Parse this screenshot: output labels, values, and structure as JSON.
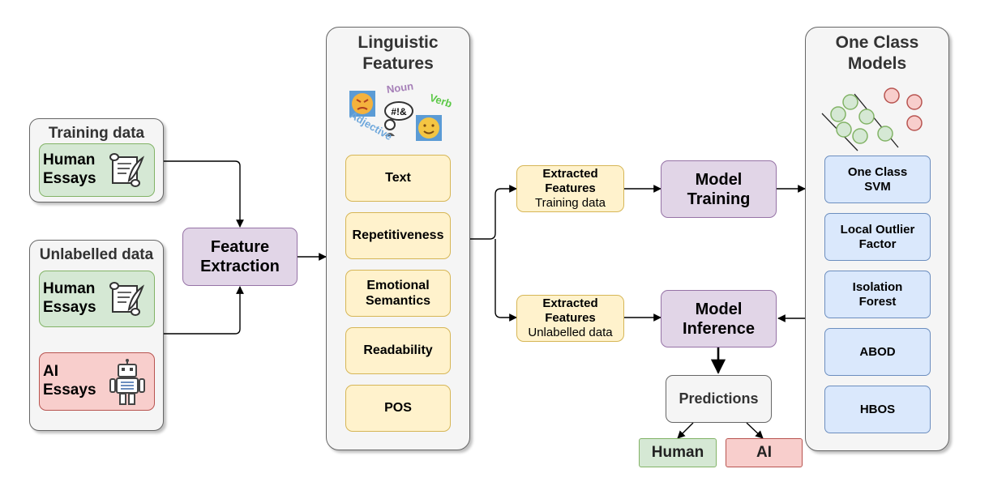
{
  "training_group": {
    "title": "Training data",
    "essay": "Human\nEssays"
  },
  "unlabelled_group": {
    "title": "Unlabelled data",
    "human_essay": "Human\nEssays",
    "ai_essay": "AI\nEssays"
  },
  "feature_extraction": "Feature\nExtraction",
  "linguistic": {
    "title": "Linguistic\nFeatures",
    "word_cloud": {
      "noun": "Noun",
      "verb": "Verb",
      "adjective": "Adjective",
      "symbols": "#!&"
    },
    "features": [
      "Text",
      "Repetitiveness",
      "Emotional\nSemantics",
      "Readability",
      "POS"
    ]
  },
  "extracted_training": {
    "title": "Extracted\nFeatures",
    "sub": "Training data"
  },
  "extracted_unlabelled": {
    "title": "Extracted\nFeatures",
    "sub": "Unlabelled data"
  },
  "model_training": "Model\nTraining",
  "model_inference": "Model\nInference",
  "predictions": "Predictions",
  "outputs": {
    "human": "Human",
    "ai": "AI"
  },
  "one_class": {
    "title": "One Class\nModels",
    "models": [
      "One Class\nSVM",
      "Local Outlier\nFactor",
      "Isolation\nForest",
      "ABOD",
      "HBOS"
    ]
  },
  "icons": [
    "scroll-quill-icon",
    "robot-icon",
    "angry-face-icon",
    "smile-face-icon",
    "speech-bubble-icon",
    "cluster-icon"
  ],
  "colors": {
    "green": "#d5e8d4",
    "red": "#f8cecc",
    "purple": "#e1d5e7",
    "yellow": "#fff2cc",
    "blue": "#dae8fc",
    "grey": "#f5f5f5"
  }
}
